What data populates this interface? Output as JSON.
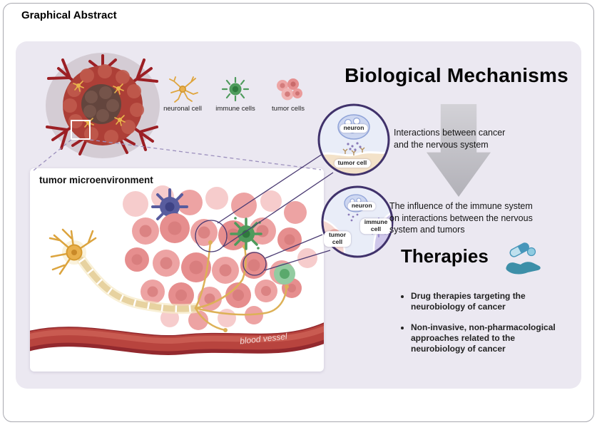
{
  "header": {
    "title": "Graphical Abstract"
  },
  "legend": {
    "items": [
      {
        "label": "neuronal cell"
      },
      {
        "label": "immune cells"
      },
      {
        "label": "tumor cells"
      }
    ]
  },
  "mechanisms": {
    "title": "Biological Mechanisms",
    "step1": "Interactions between cancer and the nervous system",
    "step2": "The influence of the immune system on interactions between the nervous system and tumors"
  },
  "insets": {
    "synapse": {
      "neuron": "neuron",
      "tumor_cell": "tumor cell"
    },
    "immune": {
      "neuron": "neuron",
      "immune_cell": "immune cell",
      "tumor_cell": "tumor cell"
    }
  },
  "microenvironment": {
    "title": "tumor microenvironment",
    "blood_vessel": "blood vessel"
  },
  "therapies": {
    "title": "Therapies",
    "bullets": [
      "Drug therapies targeting the neurobiology of cancer",
      "Non-invasive, non-pharmacological approaches related to the neurobiology of cancer"
    ]
  },
  "colors": {
    "panel_bg": "#ebe8f1",
    "arrow_gray": "#bcbbc2",
    "accent_purple": "#4b3b73",
    "tumor_pink": "#ea9a9a",
    "immune_green": "#4e9b5c",
    "neuron_yellow": "#e9b04c",
    "vessel_red": "#b8443e",
    "therapy_teal": "#3d8fa8"
  }
}
